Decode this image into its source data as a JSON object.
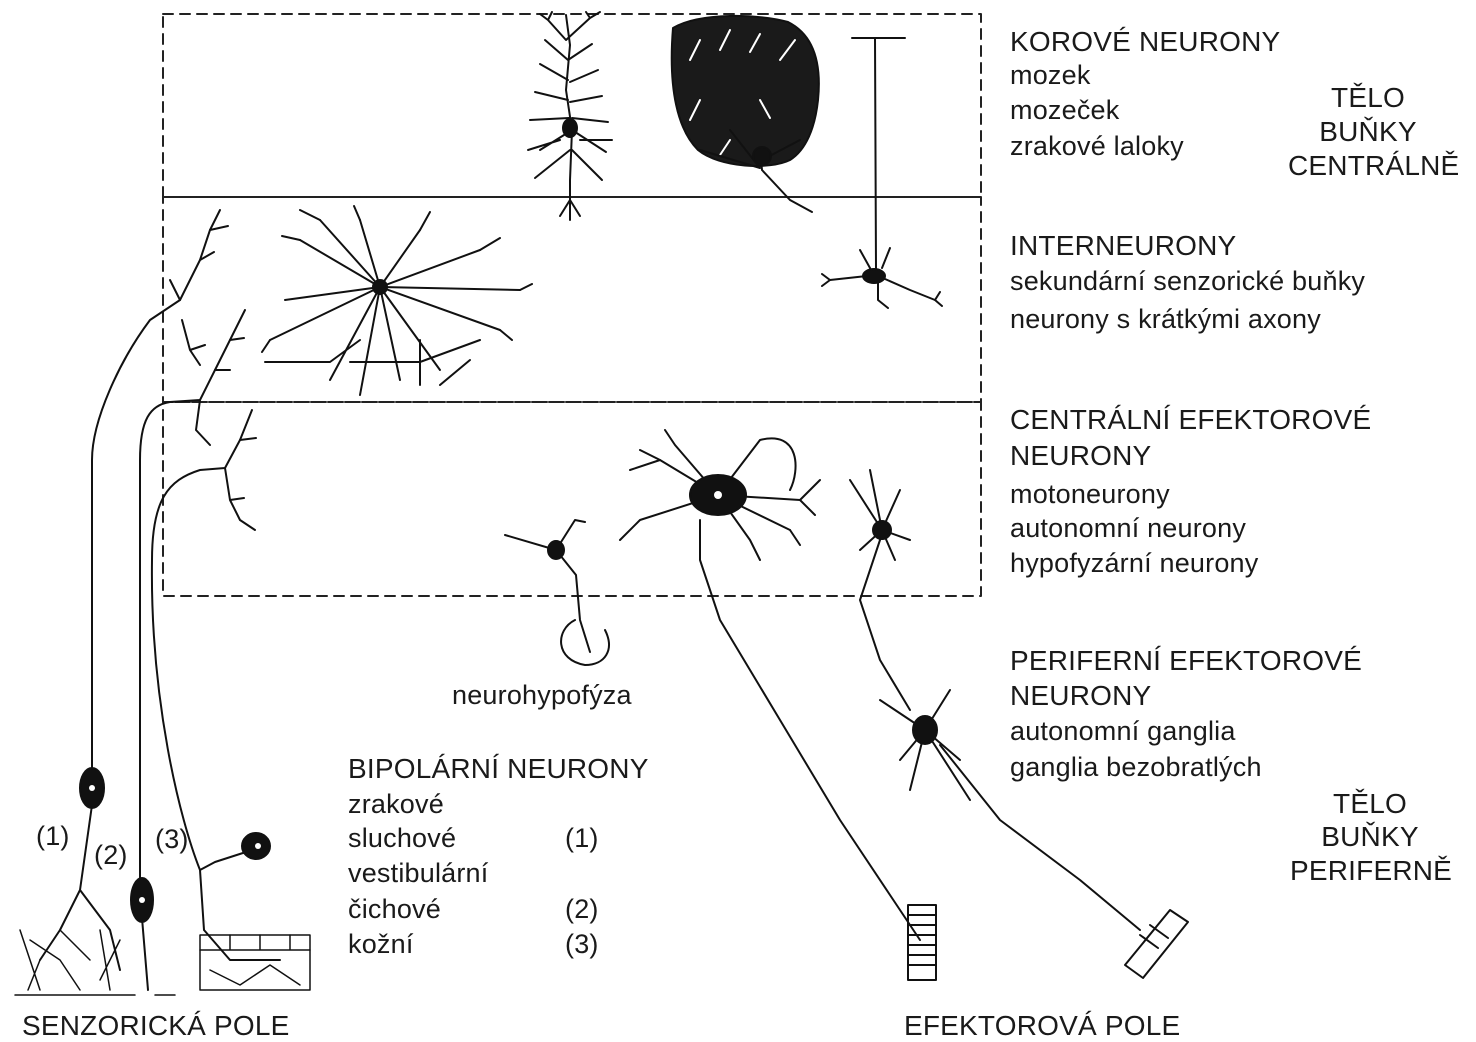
{
  "cortical": {
    "heading": "KOROVÉ NEURONY",
    "items": [
      "mozek",
      "mozeček",
      "zrakové  laloky"
    ]
  },
  "soma_central": [
    "TĚLO",
    "BUŇKY",
    "CENTRÁLNĚ"
  ],
  "interneurons": {
    "heading": "INTERNEURONY",
    "items": [
      "sekundární  senzorické  buňky",
      "neurony  s  krátkými  axony"
    ]
  },
  "central_effector": {
    "heading": [
      "CENTRÁLNÍ  EFEKTOROVÉ",
      "NEURONY"
    ],
    "items": [
      "motoneurony",
      "autonomní  neurony",
      "hypofyzární  neurony"
    ]
  },
  "peripheral_effector": {
    "heading": [
      "PERIFERNÍ  EFEKTOROVÉ",
      "NEURONY"
    ],
    "items": [
      "autonomní  ganglia",
      "ganglia  bezobratlých"
    ]
  },
  "soma_peripheral": [
    "TĚLO",
    "BUŇKY",
    "PERIFERNĚ"
  ],
  "neurohypophysis": "neurohypofýza",
  "bipolar": {
    "heading": "BIPOLÁRNÍ  NEURONY",
    "items": [
      {
        "name": "zrakové",
        "ref": ""
      },
      {
        "name": "sluchové",
        "ref": "(1)"
      },
      {
        "name": "vestibulární",
        "ref": ""
      },
      {
        "name": "čichové",
        "ref": "(2)"
      },
      {
        "name": "kožní",
        "ref": "(3)"
      }
    ]
  },
  "markers": [
    "(1)",
    "(2)",
    "(3)"
  ],
  "sensory_fields": "SENZORICKÁ  POLE",
  "effector_fields": "EFEKTOROVÁ  POLE"
}
